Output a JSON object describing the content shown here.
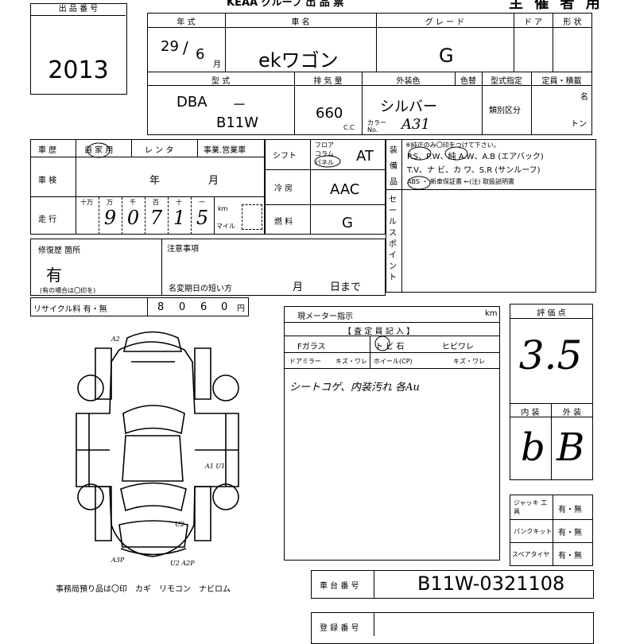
{
  "header": {
    "cut_title": "KEAA グループ 出 品 票",
    "cut_right": "主 催 者 用"
  },
  "lot": {
    "label": "出 品 番 号",
    "number": "2013"
  },
  "vehicle": {
    "year_label": "年 式",
    "year": "29",
    "month": "6",
    "month_unit": "月",
    "name_label": "車 名",
    "name": "ekワゴン",
    "grade_label": "グ レ ー ド",
    "grade": "G",
    "door_label": "ド ア",
    "shape_label": "形 状",
    "model_label": "型 式",
    "model_prefix": "DBA",
    "model_dash": "－",
    "model_code": "B11W",
    "displacement_label": "排 気 量",
    "displacement": "660",
    "cc_unit": "C.C",
    "exterior_label": "外装色",
    "color_change_label": "色替",
    "exterior_color": "シルバー",
    "color_no_label": "カラー No.",
    "color_no": "A31",
    "type_designation_label": "型式指定",
    "classification_label": "類別区分",
    "capacity_label": "定員・積載",
    "capacity_person_unit": "名",
    "capacity_ton_unit": "トン"
  },
  "history": {
    "label": "車 歴",
    "options": [
      "自 家 用",
      "レ ン タ",
      "事業.営業車"
    ],
    "inspection_label": "車 検",
    "inspection_year": "年",
    "inspection_month": "月",
    "mileage_label": "走 行",
    "mileage_places": [
      "十万",
      "万",
      "千",
      "百",
      "十",
      "一"
    ],
    "mileage_digits": [
      "",
      "9",
      "0",
      "7",
      "1",
      "5"
    ],
    "km_unit": "km",
    "mile_unit": "マイル"
  },
  "spec": {
    "shift_label": "シフト",
    "shift_options": [
      "フロア",
      "コラム",
      "パネル"
    ],
    "shift": "AT",
    "ac_label": "冷 房",
    "ac": "AAC",
    "fuel_label": "燃 料",
    "fuel": "G"
  },
  "equipment": {
    "label": "装備品",
    "note": "※純正のみ〇印をつけて下さい。",
    "line1": "P.S、P.W、純 A.W、A.B (エアバック)",
    "line2": "T.V、ナ ビ、カ ワ、S.R (サンルーフ)",
    "line3": "ABS ・ 新車保証書 ←(注) 取扱説明書",
    "sale_point": "セールスポイント"
  },
  "repair": {
    "label": "修復歴 箇所",
    "value": "有",
    "note": "(有の場合は〇印を)",
    "notes_label": "注意事項",
    "name_change_label": "名変期日の短い方",
    "name_change_month": "月",
    "name_change_day": "日まで"
  },
  "recycle": {
    "label": "リサイクル料 有・無",
    "digits": [
      "8",
      "0",
      "6",
      "0"
    ],
    "unit": "円"
  },
  "meter": {
    "label": "現メーター指示",
    "unit": "km",
    "inspector_label": "【 査 定 員 記 入 】",
    "f_glass": "Fガラス",
    "f_glass_status": "ト ビ 石",
    "f_glass_crack": "ヒビワレ",
    "mirror": "ドアミラー",
    "mirror_status": "キズ・ワレ",
    "wheel": "ホイール(CP)",
    "wheel_status": "キズ・ワレ",
    "remarks": "シートコゲ、内装汚れ 各Au"
  },
  "score": {
    "label": "評 価 点",
    "value": "3.5",
    "interior_label": "内 装",
    "exterior_label": "外 装",
    "interior": "b",
    "exterior": "B"
  },
  "tools": {
    "jack_label": "ジャッキ 工 具",
    "jack": "有・無",
    "puncture_label": "パンクキット",
    "puncture": "有・無",
    "spare_label": "スペアタイヤ",
    "spare": "有・無"
  },
  "diagram": {
    "marks": [
      "A2",
      "A1 U1",
      "U2",
      "A3P",
      "U2 A2P"
    ],
    "office_note": "事務局預り品は〇印　カギ　リモコン　ナビロム"
  },
  "chassis": {
    "label": "車 台 番 号",
    "value": "B11W-0321108"
  },
  "registration": {
    "label": "登 録 番 号"
  }
}
